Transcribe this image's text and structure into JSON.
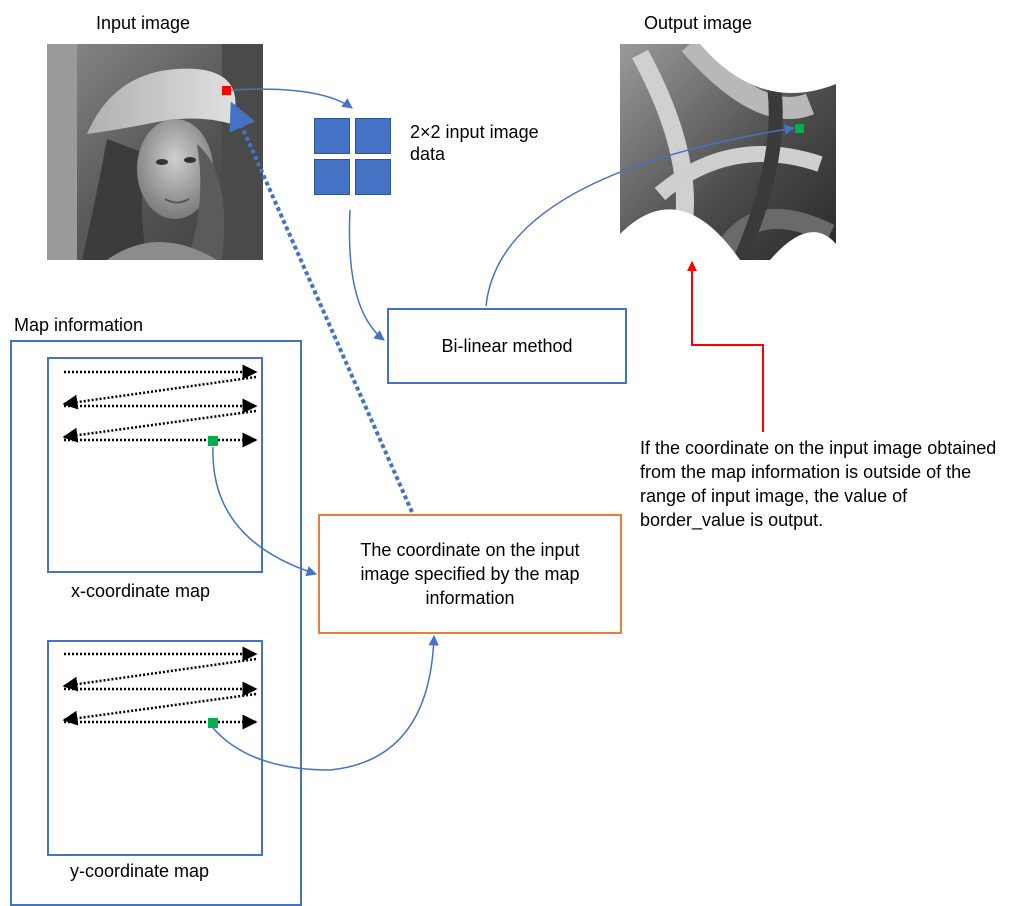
{
  "labels": {
    "input_image": "Input image",
    "output_image": "Output image",
    "input_data": "2×2 input image data",
    "bilinear": "Bi-linear method",
    "map_information": "Map information",
    "x_map": "x-coordinate map",
    "y_map": "y-coordinate map",
    "coordinate_box": "The coordinate on the input image specified by the map information",
    "border_note": "If the coordinate on the input image obtained from the map information is outside of the range of input image, the value of border_value is output."
  },
  "colors": {
    "blue": "#4472c4",
    "orange": "#ed7d31",
    "red": "#ff0000",
    "green": "#00b050"
  }
}
